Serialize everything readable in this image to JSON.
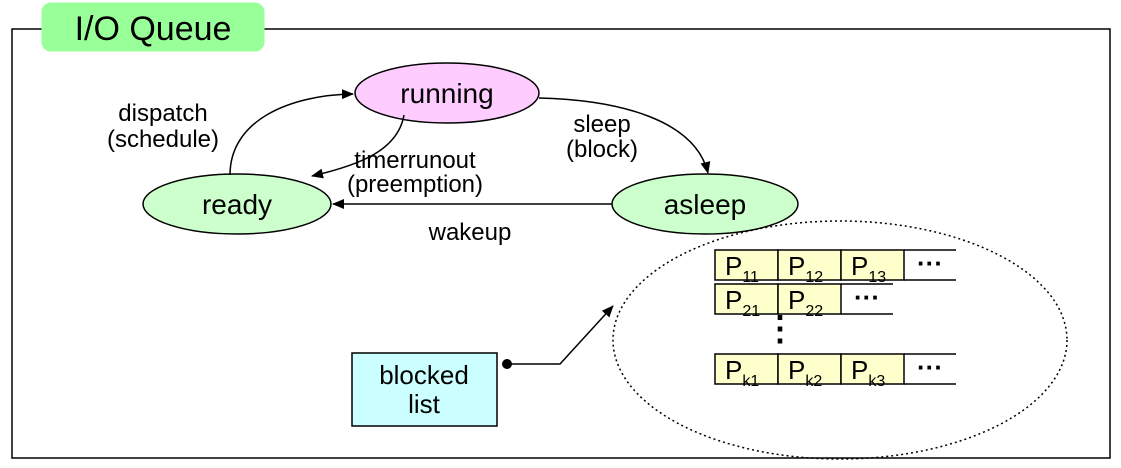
{
  "title": "I/O Queue",
  "states": {
    "running": "running",
    "ready": "ready",
    "asleep": "asleep"
  },
  "transitions": {
    "dispatch": "dispatch",
    "schedule": "(schedule)",
    "timerrunout": "timerrunout",
    "preemption": "(preemption)",
    "sleep": "sleep",
    "block": "(block)",
    "wakeup": "wakeup"
  },
  "blocked_list": {
    "line1": "blocked",
    "line2": "list"
  },
  "queue": {
    "rows": [
      {
        "cells": [
          {
            "p": "P",
            "sub": "11"
          },
          {
            "p": "P",
            "sub": "12"
          },
          {
            "p": "P",
            "sub": "13"
          }
        ],
        "more": "···"
      },
      {
        "cells": [
          {
            "p": "P",
            "sub": "21"
          },
          {
            "p": "P",
            "sub": "22"
          }
        ],
        "more": "···"
      },
      {
        "cells": [
          {
            "p": "P",
            "sub": "k1"
          },
          {
            "p": "P",
            "sub": "k2"
          },
          {
            "p": "P",
            "sub": "k3"
          }
        ],
        "more": "···"
      }
    ],
    "vdots": "⋮"
  },
  "colors": {
    "title_bg": "#99ff99",
    "running_fill": "#ffccff",
    "state_fill": "#ccffcc",
    "blocked_fill": "#ccffff",
    "cell_fill": "#ffffcc",
    "stroke": "#000000"
  }
}
